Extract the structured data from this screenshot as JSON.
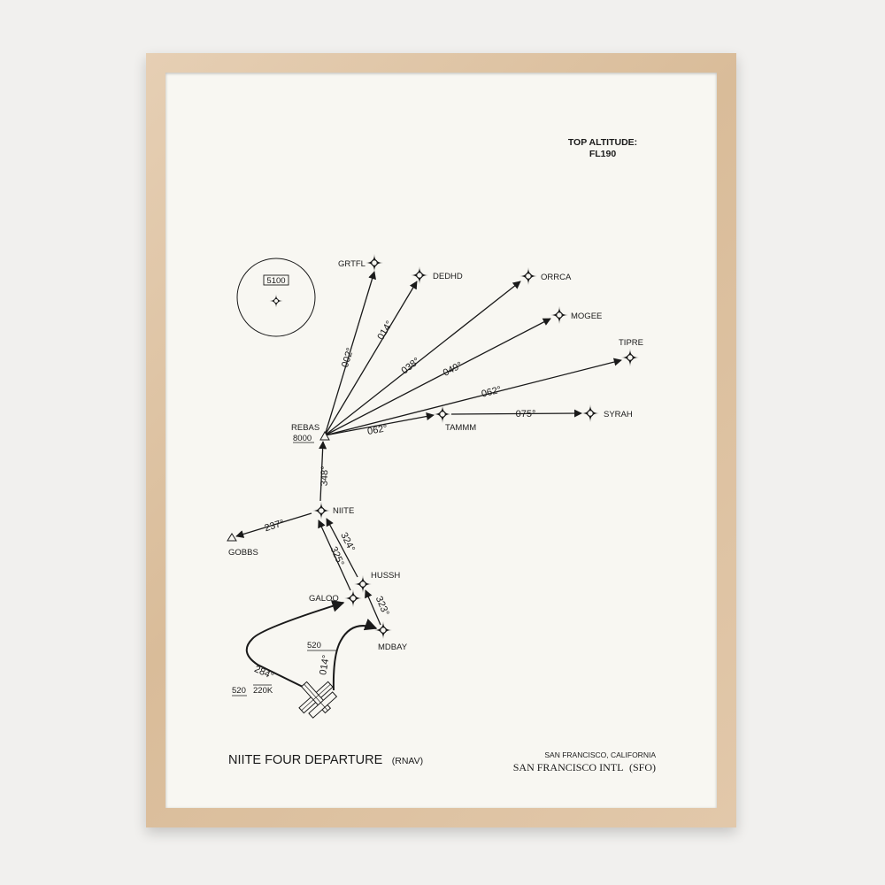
{
  "top_altitude": {
    "label": "TOP ALTITUDE:",
    "value": "FL190"
  },
  "title": {
    "name": "NIITE FOUR DEPARTURE",
    "type": "(RNAV)"
  },
  "location": {
    "city": "SAN FRANCISCO, CALIFORNIA",
    "airport": "SAN FRANCISCO INTL",
    "code": "(SFO)"
  },
  "msa": {
    "altitude": "5100"
  },
  "fixes": [
    {
      "id": "grtfl",
      "name": "GRTFL",
      "type": "fly-by"
    },
    {
      "id": "dedhd",
      "name": "DEDHD",
      "type": "fly-by"
    },
    {
      "id": "orrca",
      "name": "ORRCA",
      "type": "fly-by"
    },
    {
      "id": "mogee",
      "name": "MOGEE",
      "type": "fly-by"
    },
    {
      "id": "tipre",
      "name": "TIPRE",
      "type": "fly-by"
    },
    {
      "id": "tammm",
      "name": "TAMMM",
      "type": "fly-by"
    },
    {
      "id": "syrah",
      "name": "SYRAH",
      "type": "fly-by"
    },
    {
      "id": "rebas",
      "name": "REBAS",
      "type": "triangle",
      "altitude": "8000"
    },
    {
      "id": "niite",
      "name": "NIITE",
      "type": "fly-by"
    },
    {
      "id": "gobbs",
      "name": "GOBBS",
      "type": "triangle"
    },
    {
      "id": "hussh",
      "name": "HUSSH",
      "type": "fly-by"
    },
    {
      "id": "galoo",
      "name": "GALOO",
      "type": "fly-by"
    },
    {
      "id": "mdbay",
      "name": "MDBAY",
      "type": "fly-by"
    }
  ],
  "courses": [
    {
      "id": "rebas-grtfl",
      "label": "002°"
    },
    {
      "id": "rebas-dedhd",
      "label": "014°"
    },
    {
      "id": "rebas-orrca",
      "label": "038°"
    },
    {
      "id": "rebas-mogee",
      "label": "049°"
    },
    {
      "id": "rebas-tipre",
      "label": "062°"
    },
    {
      "id": "rebas-tammm",
      "label": "062°"
    },
    {
      "id": "tammm-syrah",
      "label": "075°"
    },
    {
      "id": "niite-rebas",
      "label": "348°"
    },
    {
      "id": "niite-gobbs",
      "label": "237°"
    },
    {
      "id": "hussh-niite",
      "label": "324°"
    },
    {
      "id": "galoo-niite",
      "label": "325°"
    },
    {
      "id": "mdbay-hussh",
      "label": "323°"
    },
    {
      "id": "rwy-west",
      "label": "284°"
    },
    {
      "id": "rwy-east",
      "label": "014°"
    }
  ],
  "restrictions": [
    {
      "id": "west-alt",
      "altitude": "520",
      "speed": "220K"
    },
    {
      "id": "east-alt",
      "altitude": "520"
    }
  ],
  "colors": {
    "ink": "#1a1a1a",
    "paper": "#f8f7f2",
    "frame": "#dcc29f"
  }
}
